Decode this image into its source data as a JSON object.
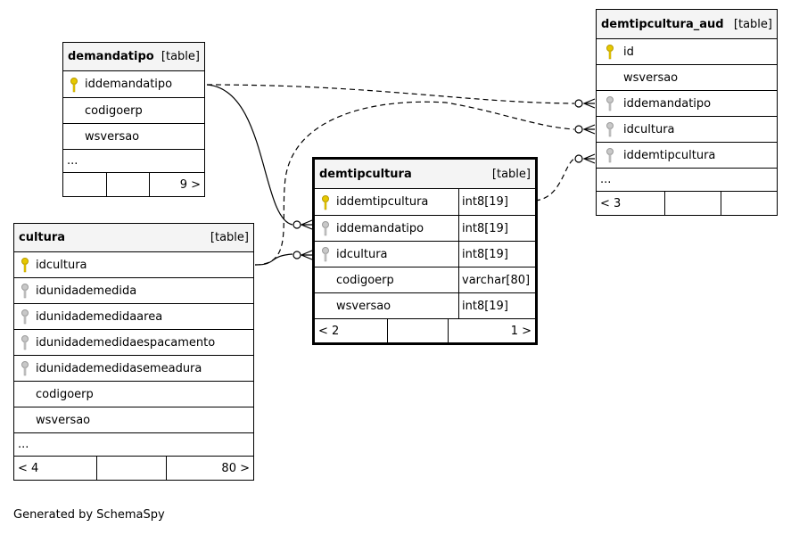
{
  "tables": {
    "demandatipo": {
      "name": "demandatipo",
      "tag": "[table]",
      "columns": [
        {
          "name": "iddemandatipo",
          "key": "primary"
        },
        {
          "name": "codigoerp",
          "key": "none"
        },
        {
          "name": "wsversao",
          "key": "none"
        }
      ],
      "ellipsis": "...",
      "footer": {
        "left": "",
        "middle": "",
        "right": "9 >"
      }
    },
    "cultura": {
      "name": "cultura",
      "tag": "[table]",
      "columns": [
        {
          "name": "idcultura",
          "key": "primary"
        },
        {
          "name": "idunidademedida",
          "key": "foreign"
        },
        {
          "name": "idunidademedidaarea",
          "key": "foreign"
        },
        {
          "name": "idunidademedidaespacamento",
          "key": "foreign"
        },
        {
          "name": "idunidademedidasemeadura",
          "key": "foreign"
        },
        {
          "name": "codigoerp",
          "key": "none"
        },
        {
          "name": "wsversao",
          "key": "none"
        }
      ],
      "ellipsis": "...",
      "footer": {
        "left": "< 4",
        "middle": "",
        "right": "80 >"
      }
    },
    "demtipcultura": {
      "name": "demtipcultura",
      "tag": "[table]",
      "columns": [
        {
          "name": "iddemtipcultura",
          "type": "int8[19]",
          "key": "primary"
        },
        {
          "name": "iddemandatipo",
          "type": "int8[19]",
          "key": "foreign"
        },
        {
          "name": "idcultura",
          "type": "int8[19]",
          "key": "foreign"
        },
        {
          "name": "codigoerp",
          "type": "varchar[80]",
          "key": "none"
        },
        {
          "name": "wsversao",
          "type": "int8[19]",
          "key": "none"
        }
      ],
      "footer": {
        "left": "< 2",
        "middle": "",
        "right": "1 >"
      }
    },
    "demtipcultura_aud": {
      "name": "demtipcultura_aud",
      "tag": "[table]",
      "columns": [
        {
          "name": "id",
          "key": "primary"
        },
        {
          "name": "wsversao",
          "key": "none"
        },
        {
          "name": "iddemandatipo",
          "key": "foreign"
        },
        {
          "name": "idcultura",
          "key": "foreign"
        },
        {
          "name": "iddemtipcultura",
          "key": "foreign"
        }
      ],
      "ellipsis": "...",
      "footer": {
        "left": "< 3",
        "middle": "",
        "right": ""
      }
    }
  },
  "footer_note": "Generated by SchemaSpy",
  "colors": {
    "primary_key": "#e6c800",
    "foreign_key": "#a8a8a8",
    "header_bg": "#f4f4f4"
  }
}
